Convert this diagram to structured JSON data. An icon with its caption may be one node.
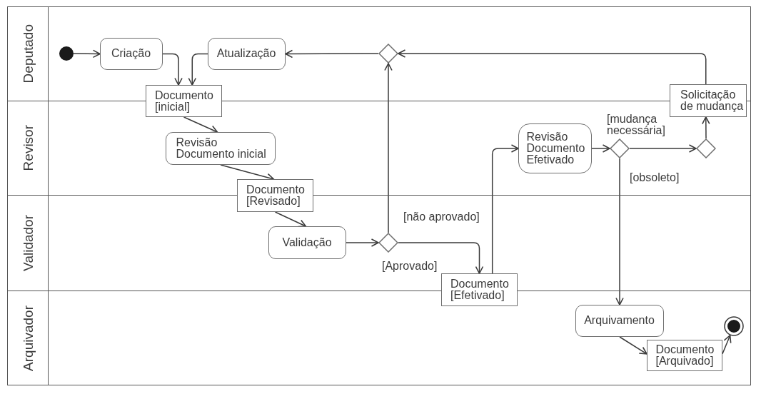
{
  "diagram": {
    "nodes": [
      {
        "text": [
          "Deputado"
        ]
      },
      {
        "text": [
          "Revisor"
        ]
      },
      {
        "text": [
          "Validador"
        ]
      },
      {
        "text": [
          "Arquivador"
        ]
      },
      {
        "text": [],
        "shape": "circle",
        "in": 0
      },
      {
        "text": [
          "Criação"
        ],
        "in": 0
      },
      {
        "text": [
          "Atualização"
        ],
        "in": 0
      },
      {
        "text": [],
        "shape": "diamond",
        "in": 0
      },
      {
        "text": [
          "Documento [inicial]"
        ]
      },
      {
        "text": [
          "Revisão Documento inicial"
        ],
        "in": 1
      },
      {
        "text": [
          "Documento [Revisado]"
        ]
      },
      {
        "text": [
          "Validação"
        ],
        "in": 2
      },
      {
        "text": [],
        "shape": "diamond",
        "in": 2
      },
      {
        "text": [
          "Documento [Efetivado]"
        ]
      },
      {
        "text": [
          "Revisão Documento Efetivado"
        ],
        "in": 1
      },
      {
        "text": [],
        "shape": "diamond",
        "in": 1
      },
      {
        "text": [],
        "shape": "diamond",
        "in": 1
      },
      {
        "text": [
          "Solicitação de mudança"
        ]
      },
      {
        "text": [
          "Arquivamento"
        ],
        "in": 3
      },
      {
        "text": [
          "Documento [Arquivado]"
        ],
        "in": 3
      },
      {
        "text": [],
        "shape": "circle",
        "in": 3
      }
    ],
    "edges": [
      {
        "from": 4,
        "to": 5,
        "arrow": "to"
      },
      {
        "from": 5,
        "to": 8,
        "arrow": "to"
      },
      {
        "from": 6,
        "to": 8,
        "arrow": "to"
      },
      {
        "from": 7,
        "to": 6,
        "arrow": "to"
      },
      {
        "from": 8,
        "to": 9,
        "arrow": "to"
      },
      {
        "from": 9,
        "to": 10,
        "arrow": "to"
      },
      {
        "from": 10,
        "to": 11,
        "arrow": "to"
      },
      {
        "from": 11,
        "to": 12,
        "arrow": "to"
      },
      {
        "from": 12,
        "to": 7,
        "arrow": "to",
        "label": "[não aprovado]"
      },
      {
        "from": 12,
        "to": 13,
        "arrow": "to",
        "label": "[Aprovado]"
      },
      {
        "from": 13,
        "to": 14,
        "arrow": "to"
      },
      {
        "from": 14,
        "to": 15,
        "arrow": "to"
      },
      {
        "from": 15,
        "to": 16,
        "arrow": "to",
        "label": "[mudança necessária]"
      },
      {
        "from": 15,
        "to": 18,
        "arrow": "to",
        "label": "[obsoleto]"
      },
      {
        "from": 16,
        "to": 17,
        "arrow": "to"
      },
      {
        "from": 17,
        "to": 7,
        "arrow": "to"
      },
      {
        "from": 18,
        "to": 19,
        "arrow": "to"
      },
      {
        "from": 19,
        "to": 20,
        "arrow": "to"
      }
    ]
  }
}
